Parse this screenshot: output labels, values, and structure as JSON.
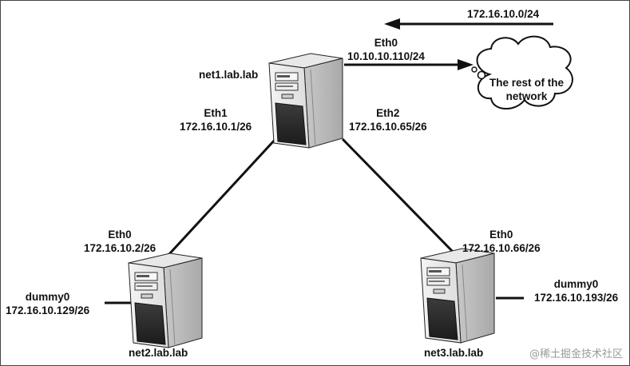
{
  "servers": {
    "net1": {
      "name": "net1.lab.lab"
    },
    "net2": {
      "name": "net2.lab.lab"
    },
    "net3": {
      "name": "net3.lab.lab"
    }
  },
  "interfaces": {
    "net1_eth0": {
      "name": "Eth0",
      "ip": "10.10.10.110/24"
    },
    "net1_eth1": {
      "name": "Eth1",
      "ip": "172.16.10.1/26"
    },
    "net1_eth2": {
      "name": "Eth2",
      "ip": "172.16.10.65/26"
    },
    "net2_eth0": {
      "name": "Eth0",
      "ip": "172.16.10.2/26"
    },
    "net2_dummy0": {
      "name": "dummy0",
      "ip": "172.16.10.129/26"
    },
    "net3_eth0": {
      "name": "Eth0",
      "ip": "172.16.10.66/26"
    },
    "net3_dummy0": {
      "name": "dummy0",
      "ip": "172.16.10.193/26"
    }
  },
  "route": {
    "network": "172.16.10.0/24"
  },
  "cloud": {
    "label_line1": "The rest of the",
    "label_line2": "network"
  },
  "watermark": {
    "text": "@稀土掘金技术社区"
  }
}
